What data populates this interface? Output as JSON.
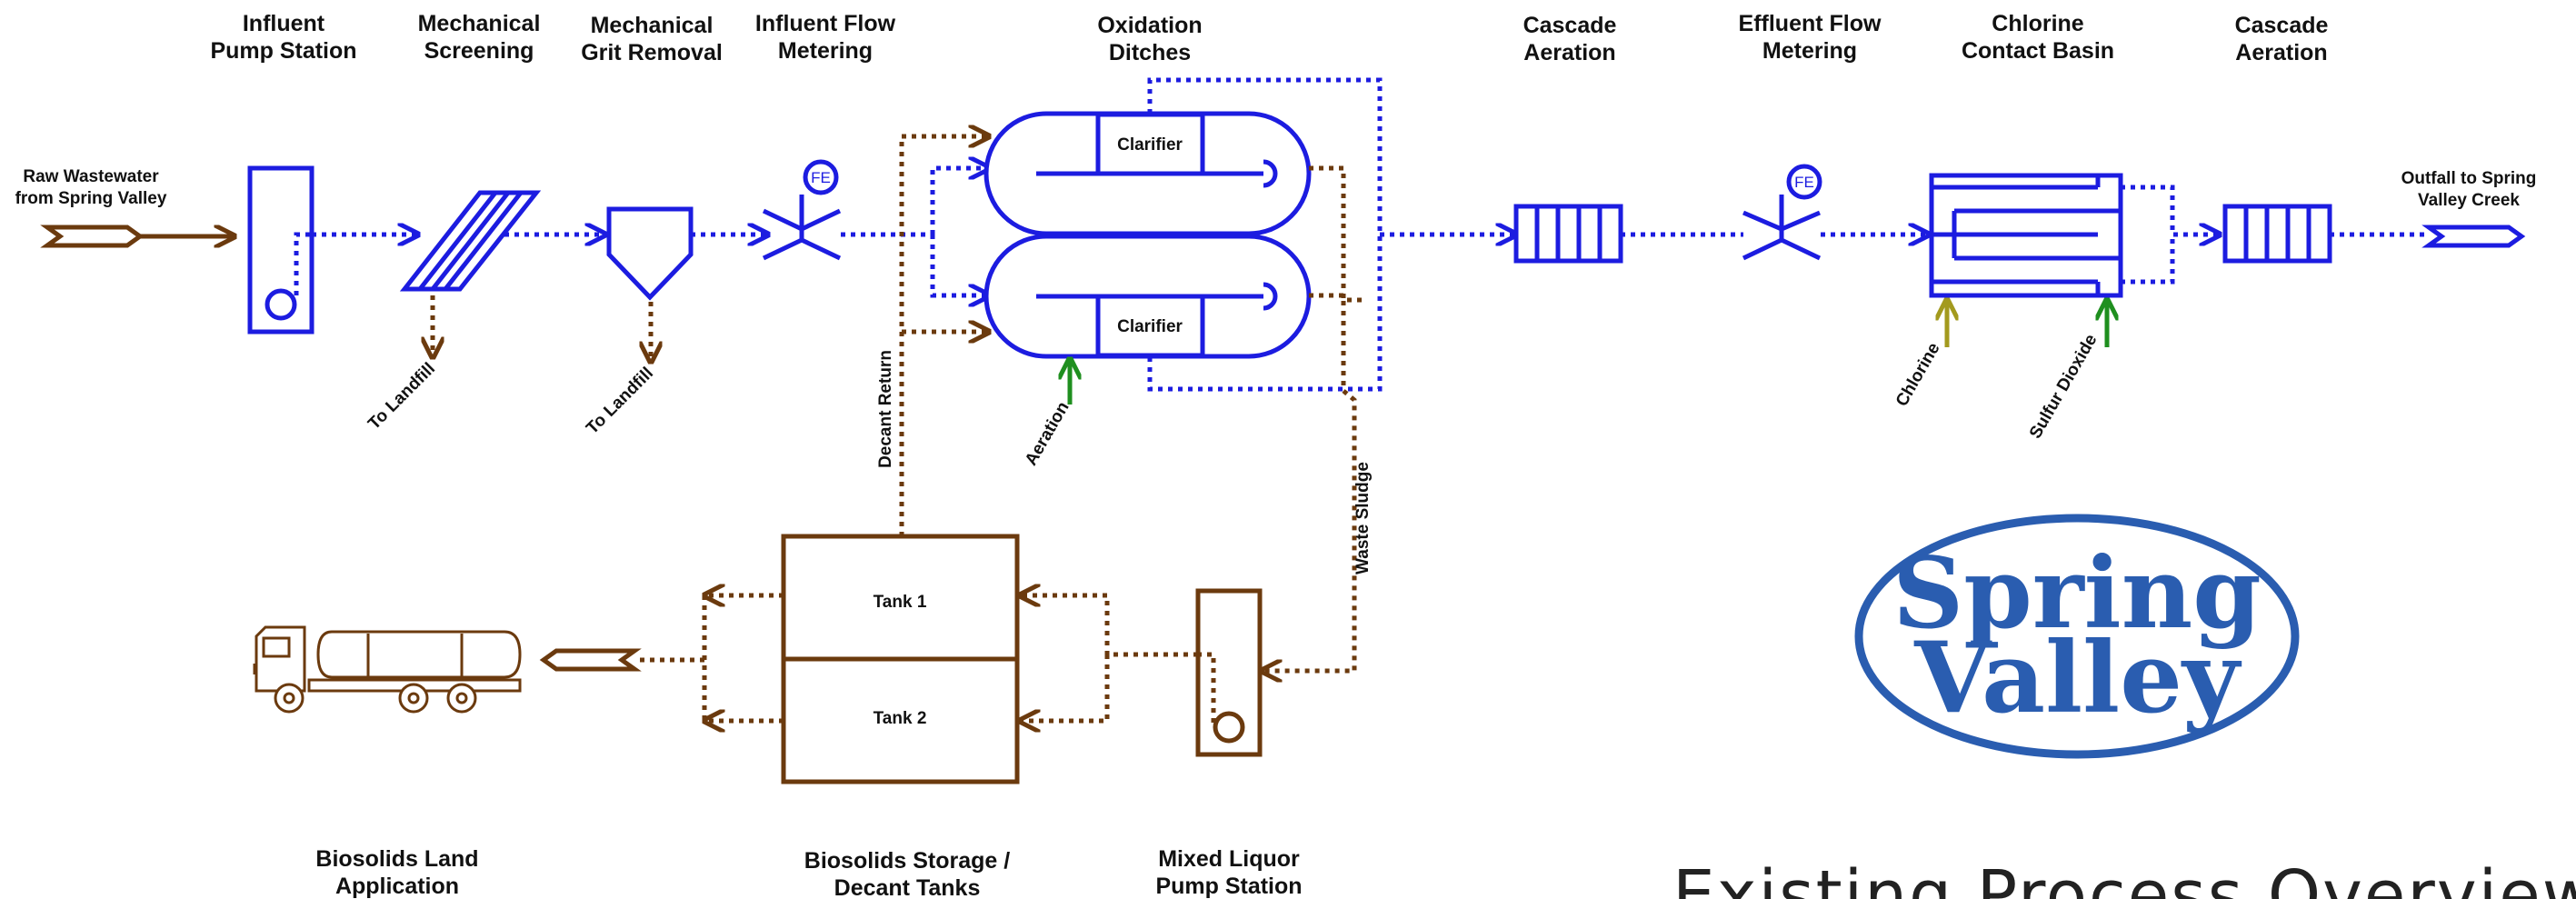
{
  "headers": {
    "influent_pump": [
      "Influent",
      "Pump Station"
    ],
    "mech_screening": [
      "Mechanical",
      "Screening"
    ],
    "grit_removal": [
      "Mechanical",
      "Grit Removal"
    ],
    "influent_flow": [
      "Influent Flow",
      "Metering"
    ],
    "oxidation": [
      "Oxidation",
      "Ditches"
    ],
    "cascade1": [
      "Cascade",
      "Aeration"
    ],
    "effluent_flow": [
      "Effluent Flow",
      "Metering"
    ],
    "chlorine_basin": [
      "Chlorine",
      "Contact Basin"
    ],
    "cascade2": [
      "Cascade",
      "Aeration"
    ]
  },
  "footers": {
    "biosolids_land": [
      "Biosolids Land",
      "Application"
    ],
    "biosolids_storage": [
      "Biosolids Storage /",
      "Decant Tanks"
    ],
    "mixed_liquor": [
      "Mixed Liquor",
      "Pump Station"
    ]
  },
  "labels": {
    "raw_wastewater": [
      "Raw Wastewater",
      "from Spring Valley"
    ],
    "outfall": [
      "Outfall to Spring",
      "Valley Creek"
    ],
    "to_landfill_1": "To Landfill",
    "to_landfill_2": "To Landfill",
    "decant_return": "Decant Return",
    "aeration": "Aeration",
    "waste_sludge": "Waste Sludge",
    "chlorine": "Chlorine",
    "sulfur_dioxide": "Sulfur Dioxide",
    "clarifier_top": "Clarifier",
    "clarifier_bottom": "Clarifier",
    "tank1": "Tank 1",
    "tank2": "Tank 2",
    "fe_influent": "FE",
    "fe_effluent": "FE"
  },
  "logo": {
    "line1": "Spring",
    "line2": "Valley"
  },
  "title": "Existing Process Overview",
  "colors": {
    "liquid_flow": "#1c1ce0",
    "solids_flow": "#6b3a0e",
    "aeration": "#1f8f1f",
    "chlorine": "#a39a1e",
    "logo": "#2a5db0"
  }
}
